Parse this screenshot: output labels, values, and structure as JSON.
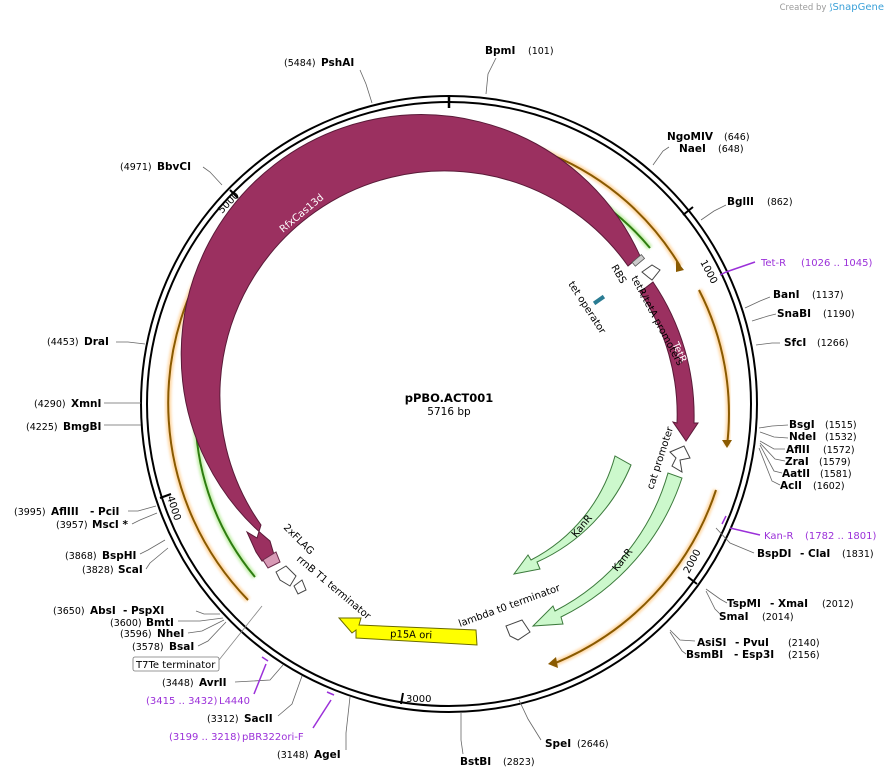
{
  "credit": {
    "prefix": "Created by",
    "brand": "SnapGene"
  },
  "plasmid": {
    "name": "pPBO.ACT001",
    "length_label": "5716 bp",
    "length": 5716
  },
  "ruler": [
    "1000",
    "2000",
    "3000",
    "4000",
    "5000"
  ],
  "features": [
    {
      "name": "RfxCas13d",
      "color": "#9b3060"
    },
    {
      "name": "TetR",
      "color": "#9b3060"
    },
    {
      "name": "KanR",
      "color": "#ccf8cc"
    },
    {
      "name": "KanR",
      "color": "#ccf8cc"
    },
    {
      "name": "p15A ori",
      "color": "#ffff00"
    },
    {
      "name": "RBS",
      "color": "#ffffff"
    },
    {
      "name": "tetR/tetA promoters",
      "color": "#ffffff"
    },
    {
      "name": "tet operator",
      "color": "#2a7c93"
    },
    {
      "name": "cat promoter",
      "color": "#ffffff"
    },
    {
      "name": "2xFLAG",
      "color": "#d89ab6"
    },
    {
      "name": "rrnB T1 terminator",
      "color": "#ffffff"
    },
    {
      "name": "lambda t0 terminator",
      "color": "#ffffff"
    },
    {
      "name": "T7Te terminator",
      "color": "#ffffff"
    }
  ],
  "sites": [
    {
      "name": "BpmI",
      "pos": "(101)"
    },
    {
      "name": "PshAI",
      "pos": "(5484)"
    },
    {
      "name": "NgoMIV",
      "pos": "(646)"
    },
    {
      "name": "NaeI",
      "pos": "(648)"
    },
    {
      "name": "BglII",
      "pos": "(862)"
    },
    {
      "name": "BbvCI",
      "pos": "(4971)"
    },
    {
      "name": "BanI",
      "pos": "(1137)"
    },
    {
      "name": "SnaBI",
      "pos": "(1190)"
    },
    {
      "name": "SfcI",
      "pos": "(1266)"
    },
    {
      "name": "DraI",
      "pos": "(4453)"
    },
    {
      "name": "XmnI",
      "pos": "(4290)"
    },
    {
      "name": "BmgBI",
      "pos": "(4225)"
    },
    {
      "name": "BsgI",
      "pos": "(1515)"
    },
    {
      "name": "NdeI",
      "pos": "(1532)"
    },
    {
      "name": "AflII",
      "pos": "(1572)"
    },
    {
      "name": "ZraI",
      "pos": "(1579)"
    },
    {
      "name": "AatII",
      "pos": "(1581)"
    },
    {
      "name": "AclI",
      "pos": "(1602)"
    },
    {
      "name": "AflIII",
      "pos": "(3995)",
      "extra": "- PciI"
    },
    {
      "name": "MscI *",
      "pos": "(3957)"
    },
    {
      "name": "BspDI",
      "pos": "(1831)",
      "extra": "- ClaI"
    },
    {
      "name": "BspHI",
      "pos": "(3868)"
    },
    {
      "name": "ScaI",
      "pos": "(3828)"
    },
    {
      "name": "TspMI",
      "pos": "(2012)",
      "extra": "- XmaI"
    },
    {
      "name": "SmaI",
      "pos": "(2014)"
    },
    {
      "name": "AbsI",
      "pos": "(3650)",
      "extra": "- PspXI"
    },
    {
      "name": "BmtI",
      "pos": "(3600)"
    },
    {
      "name": "NheI",
      "pos": "(3596)"
    },
    {
      "name": "BsaI",
      "pos": "(3578)"
    },
    {
      "name": "AsiSI",
      "pos": "(2140)",
      "extra": "- PvuI"
    },
    {
      "name": "BsmBI",
      "pos": "(2156)",
      "extra": "- Esp3I"
    },
    {
      "name": "AvrII",
      "pos": "(3448)"
    },
    {
      "name": "SacII",
      "pos": "(3312)"
    },
    {
      "name": "AgeI",
      "pos": "(3148)"
    },
    {
      "name": "SpeI",
      "pos": "(2646)"
    },
    {
      "name": "BstBI",
      "pos": "(2823)"
    }
  ],
  "primers": [
    {
      "name": "Tet-R",
      "range": "(1026 .. 1045)"
    },
    {
      "name": "Kan-R",
      "range": "(1782 .. 1801)"
    },
    {
      "name": "L4440",
      "range": "(3415 .. 3432)"
    },
    {
      "name": "pBR322ori-F",
      "range": "(3199 .. 3218)"
    }
  ]
}
